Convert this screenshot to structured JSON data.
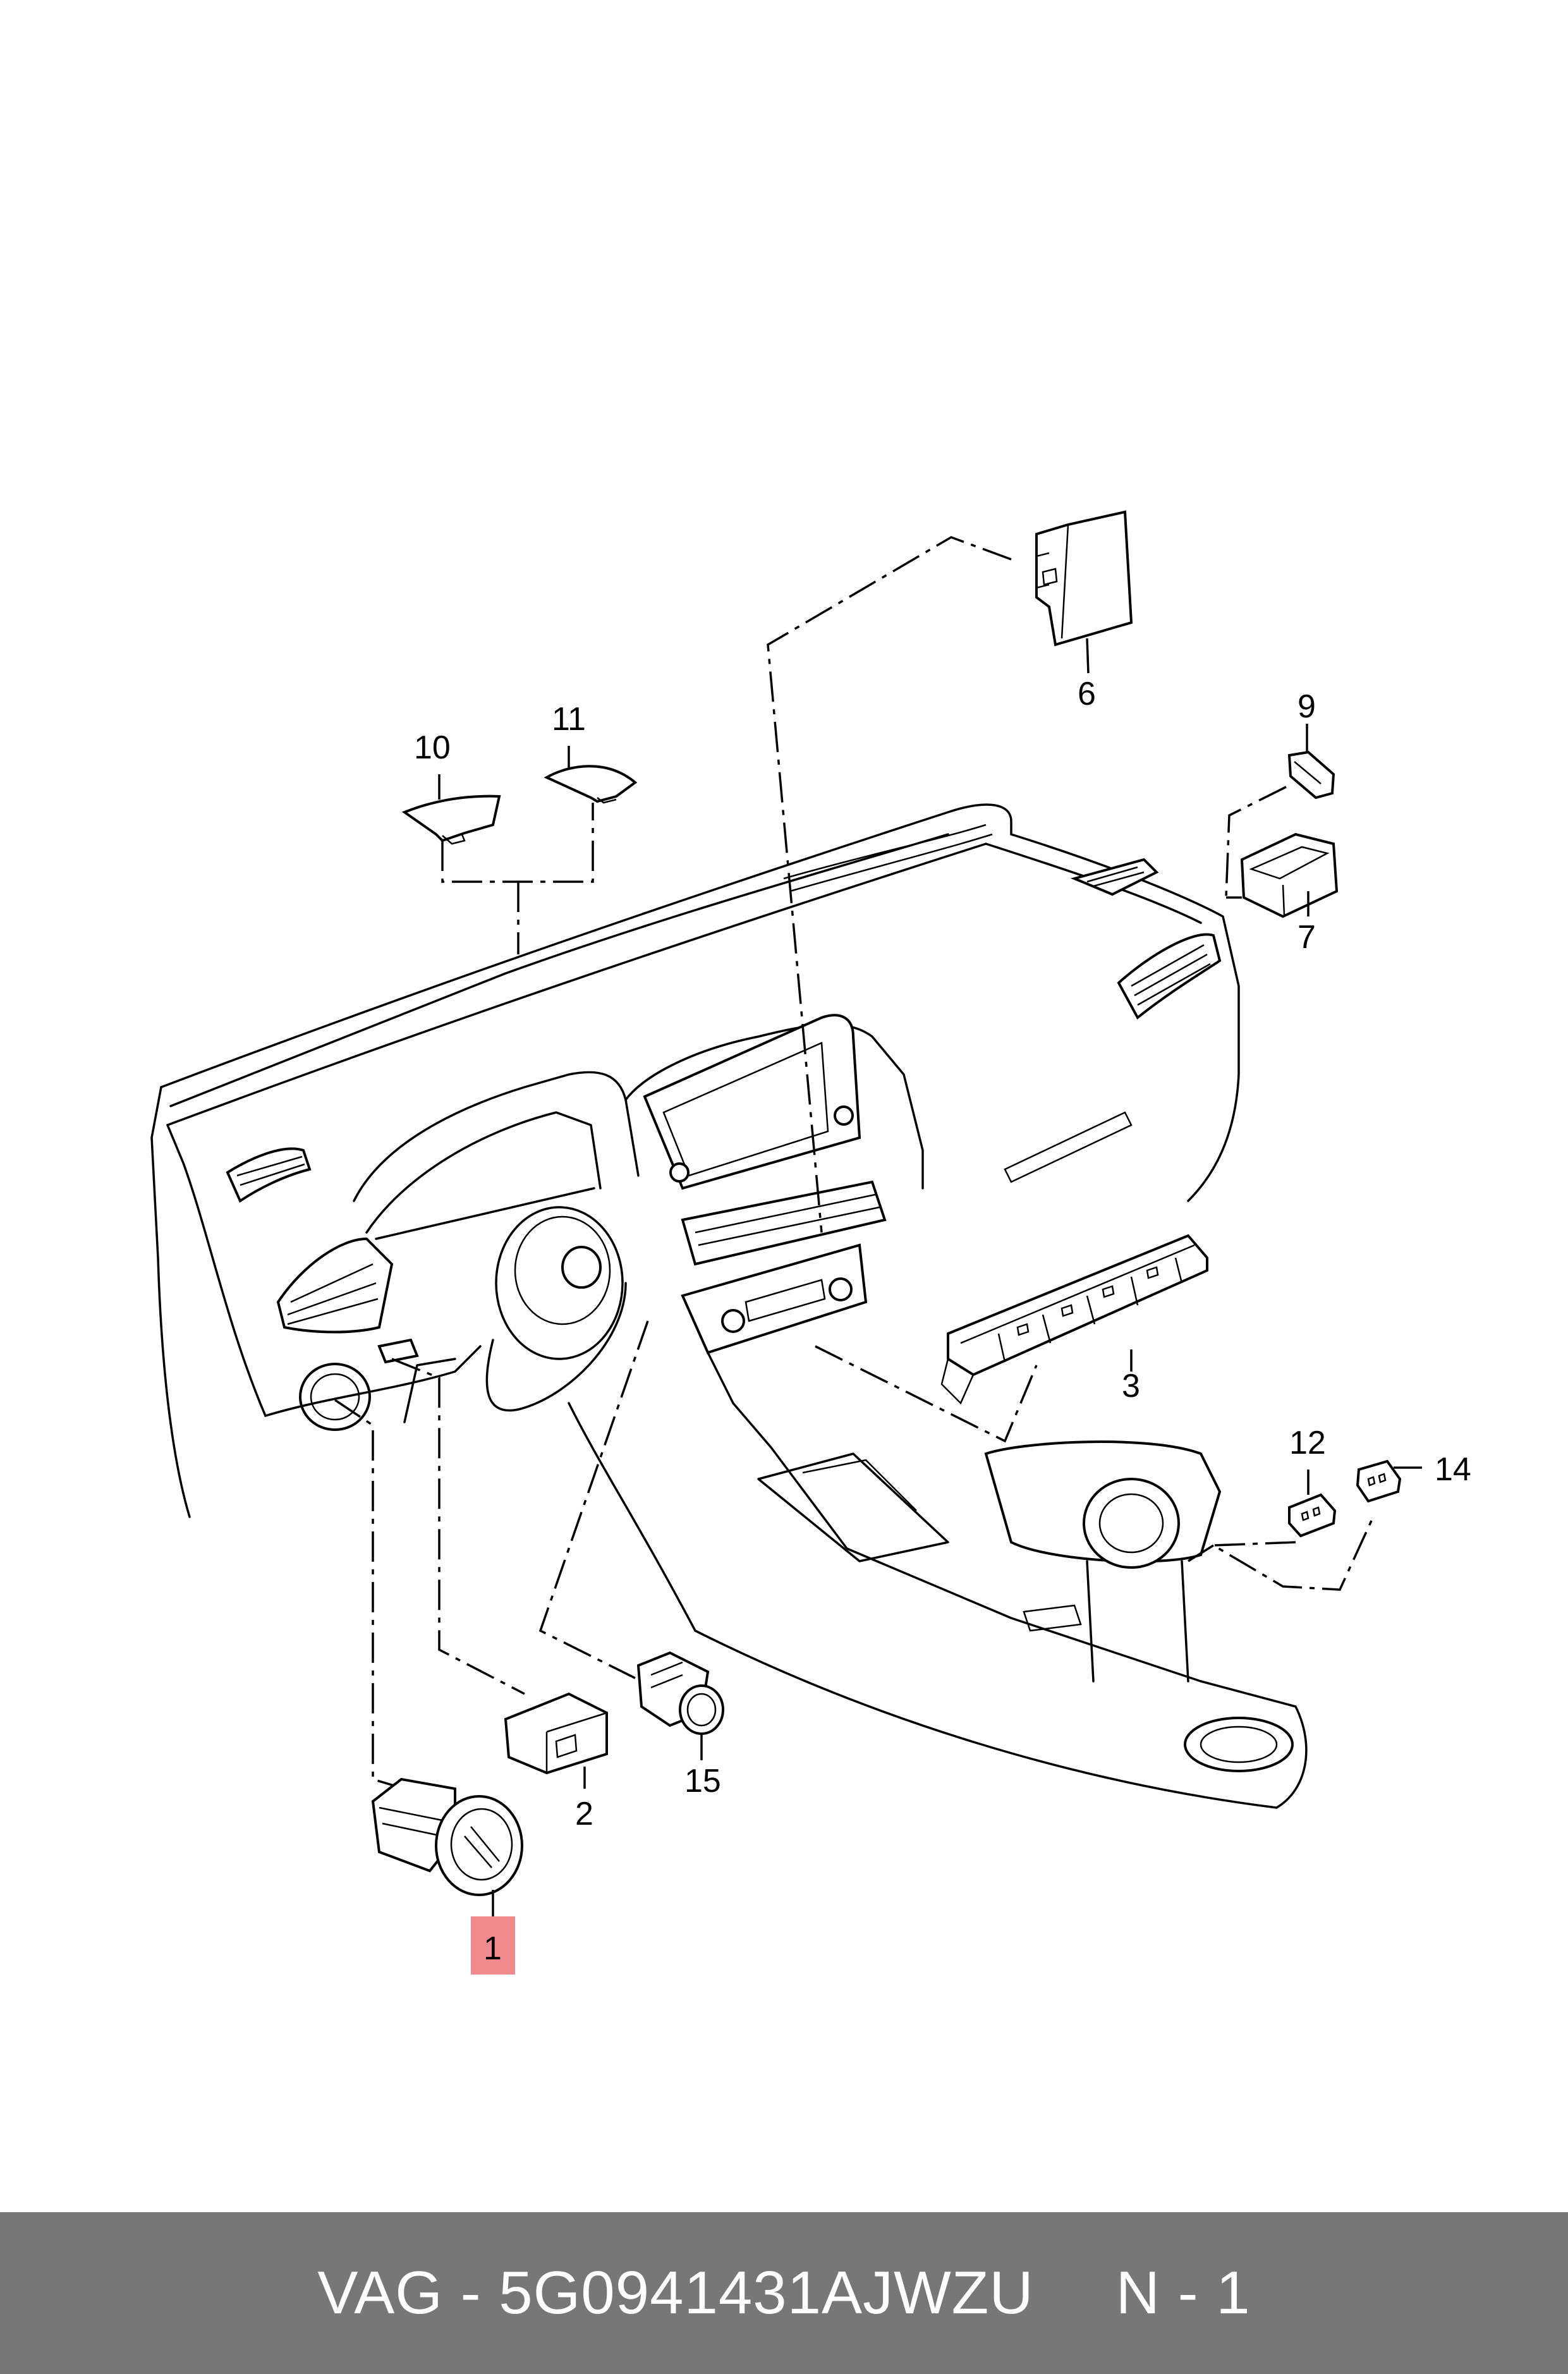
{
  "diagram": {
    "callouts": [
      {
        "id": "1",
        "text": "1",
        "highlighted": true
      },
      {
        "id": "2",
        "text": "2"
      },
      {
        "id": "3",
        "text": "3"
      },
      {
        "id": "6",
        "text": "6"
      },
      {
        "id": "7",
        "text": "7"
      },
      {
        "id": "9",
        "text": "9"
      },
      {
        "id": "10",
        "text": "10"
      },
      {
        "id": "11",
        "text": "11"
      },
      {
        "id": "12",
        "text": "12"
      },
      {
        "id": "14",
        "text": "14"
      },
      {
        "id": "15",
        "text": "15"
      }
    ],
    "highlight_color": "#f08a8e"
  },
  "footer": {
    "part_text": "VAG - 5G0941431AJWZU",
    "quantity_text": "N - 1",
    "background": "#777777"
  }
}
